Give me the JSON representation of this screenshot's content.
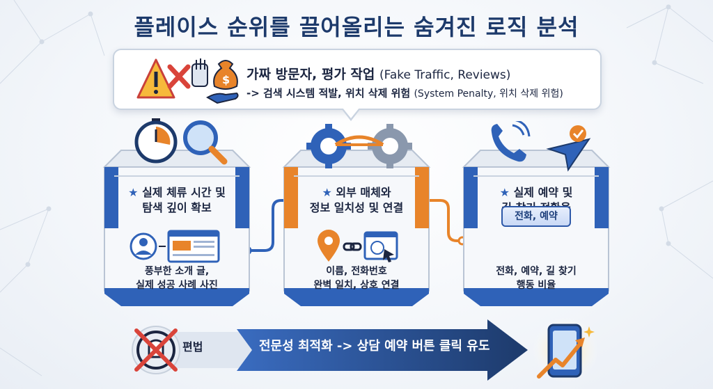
{
  "title": "플레이스 순위를 끌어올리는 숨겨진 로직 분석",
  "warning": {
    "line1": "가짜 방문자, 평가 작업",
    "line1_en": "(Fake Traffic, Reviews)",
    "line2": "-> 검색 시스템 적발, 위치 삭제 위험",
    "line2_en": "(System Penalty, 위치 삭제 위험)"
  },
  "pillars": [
    {
      "star": "★",
      "heading_1": "실제 체류 시간 및",
      "heading_2": "탐색 깊이 확보",
      "caption_1": "풍부한 소개 글,",
      "caption_2": "실제 성공 사례 사진"
    },
    {
      "star": "★",
      "heading_1": "외부 매체와",
      "heading_2": "정보 일치성 및 연결",
      "caption_1": "이름, 전화번호",
      "caption_2": "완벽 일치, 상호 연결"
    },
    {
      "star": "★",
      "heading_1": "실제 예약 및",
      "heading_2": "길 찾기 전환율",
      "pill": "전화, 예약",
      "caption_1": "전화, 예약, 길 찾기",
      "caption_2": "행동 비율"
    }
  ],
  "bottom": {
    "forbidden": "편법",
    "arrow": "전문성 최적화 -> 상담 예약 버튼 클릭 유도"
  },
  "colors": {
    "navy": "#1d3a6b",
    "blue": "#2f62b8",
    "orange": "#e8842a",
    "red": "#d9443a"
  },
  "icons": [
    "warning-icon",
    "cancel-x-icon",
    "hand-icon",
    "money-bag-icon",
    "stopwatch-icon",
    "magnifier-icon",
    "gears-icon",
    "phone-icon",
    "location-arrow-icon",
    "check-icon",
    "profile-icon",
    "web-page-icon",
    "map-pin-icon",
    "link-icon",
    "browser-cursor-icon",
    "forbidden-icon",
    "growth-phone-icon"
  ]
}
